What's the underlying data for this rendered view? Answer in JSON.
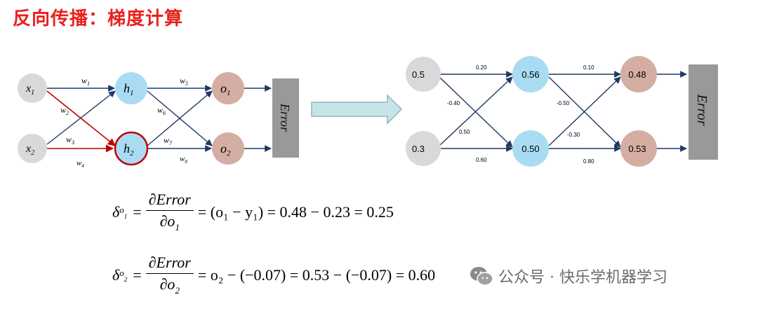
{
  "title": "反向传播：梯度计算",
  "left_net": {
    "inputs": [
      "x1",
      "x2"
    ],
    "hidden": [
      "h1",
      "h2"
    ],
    "outputs": [
      "o1",
      "o2"
    ],
    "weights": [
      "w1",
      "w2",
      "w3",
      "w4",
      "w5",
      "w6",
      "w7",
      "w8"
    ],
    "error_label": "Error"
  },
  "right_net": {
    "inputs": [
      "0.5",
      "0.3"
    ],
    "hidden": [
      "0.56",
      "0.50"
    ],
    "outputs": [
      "0.48",
      "0.53"
    ],
    "weights": {
      "w1": "0.20",
      "w2": "-0.40",
      "w3": "0.50",
      "w4": "0.60",
      "w5": "0.10",
      "w6": "-0.50",
      "w7": "-0.30",
      "w8": "0.80"
    },
    "error_label": "Error"
  },
  "colors": {
    "input": "#d9d9d9",
    "hidden": "#a9dcf3",
    "output": "#d4aea2",
    "edge": "#1f3864",
    "highlight": "#c00000",
    "error_box": "#999999",
    "arrow_fill": "#c7e5e8",
    "arrow_stroke": "#8fb3c0",
    "title": "#e8201e"
  },
  "formula1": {
    "lhs": "δ",
    "lhs_sub": "o",
    "lhs_sub2": "1",
    "eq": "=",
    "num": "∂Error",
    "den": "∂o",
    "den_sub": "1",
    "rest": "= (o₁ − y₁) = 0.48 − 0.23 = 0.25"
  },
  "formula2": {
    "lhs": "δ",
    "lhs_sub": "o",
    "lhs_sub2": "2",
    "eq": "=",
    "num": "∂Error",
    "den": "∂o",
    "den_sub": "2",
    "rest": "= o₂ − (−0.07) = 0.53 − (−0.07) = 0.60"
  },
  "watermark": {
    "icon": "wechat-icon",
    "text": "公众号 · 快乐学机器学习"
  }
}
